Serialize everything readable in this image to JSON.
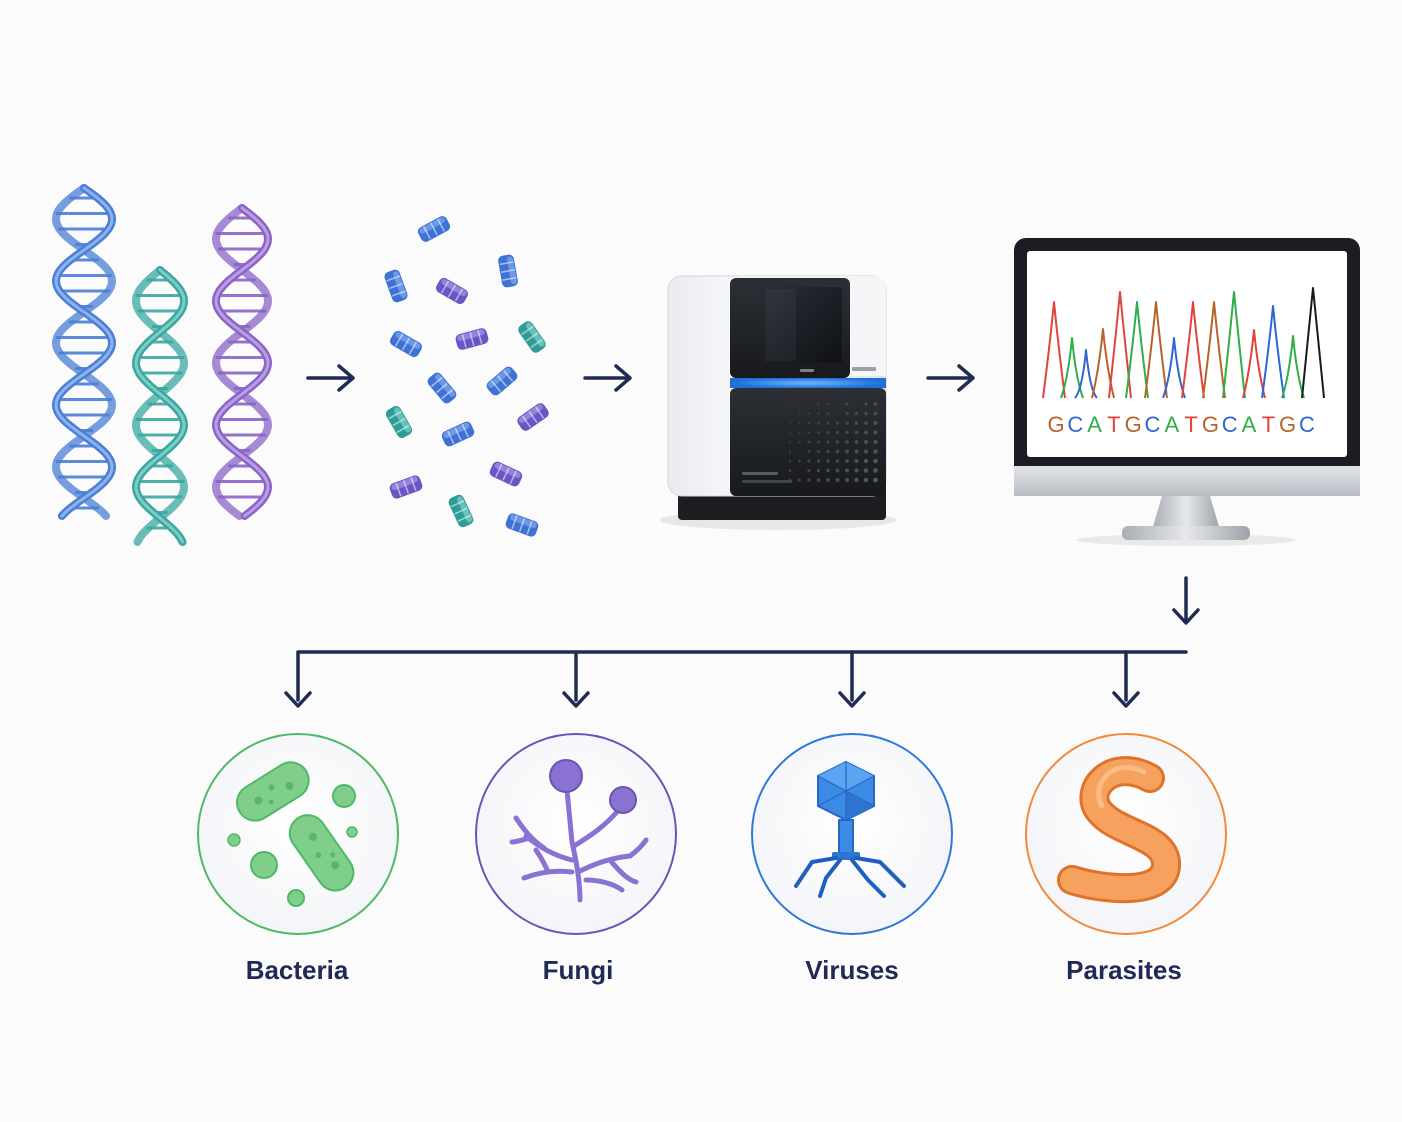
{
  "colors": {
    "arrow": "#1f2a55",
    "dna_blue": "#4a7fd6",
    "dna_teal": "#3aa7a0",
    "dna_purple": "#8a64c7",
    "bacteria": "#4fb866",
    "fungi": "#7b63c8",
    "virus": "#2f78d8",
    "parasite": "#f28a3a",
    "base_G": "#b7642a",
    "base_C": "#2f66d0",
    "base_A": "#2fae4a",
    "base_T": "#e0433a",
    "monitor_frame": "#1b1d22",
    "sequencer_body": "#26292e",
    "sequencer_light": "#2f8cff"
  },
  "sequence": {
    "bases": [
      "G",
      "C",
      "A",
      "T",
      "G",
      "C",
      "A",
      "T",
      "G",
      "C",
      "A",
      "T",
      "G",
      "C"
    ]
  },
  "organisms": [
    {
      "id": "bacteria",
      "label": "Bacteria",
      "icon": "bacteria-icon"
    },
    {
      "id": "fungi",
      "label": "Fungi",
      "icon": "fungi-icon"
    },
    {
      "id": "viruses",
      "label": "Viruses",
      "icon": "virus-icon"
    },
    {
      "id": "parasites",
      "label": "Parasites",
      "icon": "worm-icon"
    }
  ]
}
